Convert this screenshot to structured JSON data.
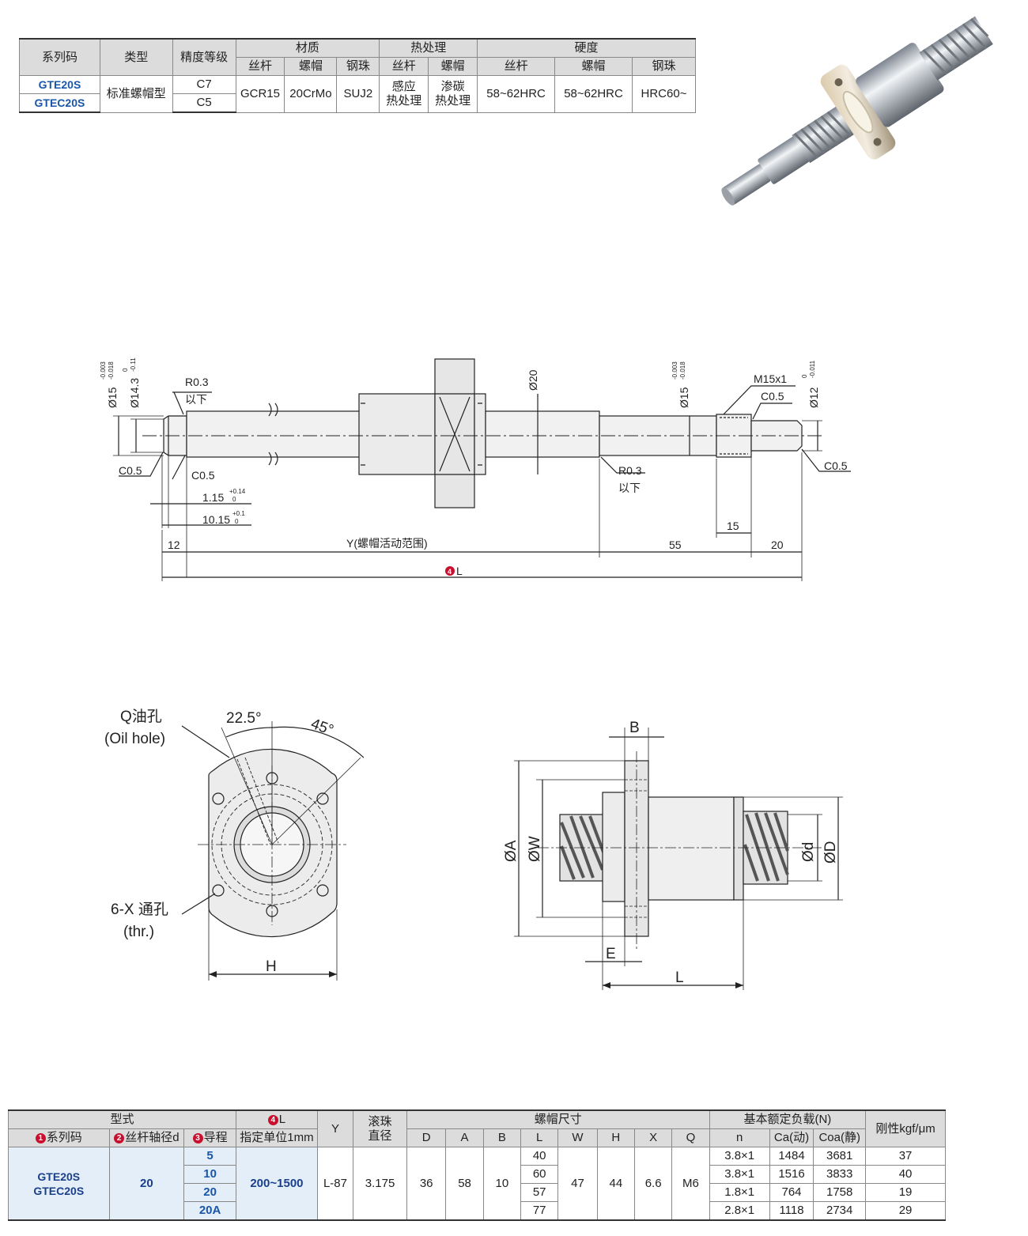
{
  "spec_table": {
    "h_series": "系列码",
    "h_type": "类型",
    "h_precision": "精度等级",
    "h_material": "材质",
    "h_heat": "热处理",
    "h_hardness": "硬度",
    "sub_screw": "丝杆",
    "sub_nut": "螺帽",
    "sub_ball": "钢珠",
    "series_1": "GTE20S",
    "series_2": "GTEC20S",
    "type": "标准螺帽型",
    "precision_1": "C7",
    "precision_2": "C5",
    "mat_screw": "GCR15",
    "mat_nut": "20CrMo",
    "mat_ball": "SUJ2",
    "heat_screw_1": "感应",
    "heat_screw_2": "热处理",
    "heat_nut_1": "渗碳",
    "heat_nut_2": "热处理",
    "hard_screw": "58~62HRC",
    "hard_nut": "58~62HRC",
    "hard_ball": "HRC60~"
  },
  "drawing1": {
    "d15_left": "Ø15",
    "d15_left_tol_u": "-0.003",
    "d15_left_tol_l": "-0.018",
    "d143": "Ø14.3",
    "d143_tol_u": "0",
    "d143_tol_l": "-0.11",
    "r03_a": "R0.3",
    "r03_a2": "以下",
    "c05_a": "C0.5",
    "c05_b": "C0.5",
    "d115": "1.15",
    "d115_tol_u": "+0.14",
    "d115_tol_l": "0",
    "d1015": "10.15",
    "d1015_tol_u": "+0.1",
    "d1015_tol_l": "0",
    "dim12": "12",
    "dimY": "Y(螺帽活动范围)",
    "dim55": "55",
    "dim20": "20",
    "dimL_num": "4",
    "dimL": "L",
    "d20": "Ø20",
    "d15_right": "Ø15",
    "d15_right_tol_u": "-0.003",
    "d15_right_tol_l": "-0.018",
    "m15": "M15x1",
    "c05_c": "C0.5",
    "d12": "Ø12",
    "d12_tol_u": "0",
    "d12_tol_l": "-0.011",
    "r03_b": "R0.3",
    "r03_b2": "以下",
    "dim15": "15",
    "c05_d": "C0.5"
  },
  "drawing2": {
    "oil_hole": "Q油孔",
    "oil_hole_en": "(Oil hole)",
    "ang225": "22.5°",
    "ang45": "45°",
    "thru": "6-X 通孔",
    "thru_en": "(thr.)",
    "dimH": "H"
  },
  "drawing3": {
    "dimB": "B",
    "dimA": "ØA",
    "dimW": "ØW",
    "dimd": "Ød",
    "dimD": "ØD",
    "dimE": "E",
    "dimL": "L"
  },
  "dims_table": {
    "h_model": "型式",
    "h_L_num": "4",
    "h_L": "L",
    "h_Y": "Y",
    "h_ball": "滚珠",
    "h_ball2": "直径",
    "h_nutdim": "螺帽尺寸",
    "h_load": "基本额定负载(N)",
    "h_rigid": "刚性kgf/μm",
    "h_series_num": "1",
    "h_series": "系列码",
    "h_d_num": "2",
    "h_d": "丝杆轴径d",
    "h_lead_num": "3",
    "h_lead": "导程",
    "h_unit": "指定单位1mm",
    "c_D": "D",
    "c_A": "A",
    "c_B": "B",
    "c_L": "L",
    "c_W": "W",
    "c_H": "H",
    "c_X": "X",
    "c_Q": "Q",
    "c_n": "n",
    "c_Ca": "Ca(动)",
    "c_Coa": "Coa(静)",
    "series_1": "GTE20S",
    "series_2": "GTEC20S",
    "shaft_d": "20",
    "L_range": "200~1500",
    "Y": "L-87",
    "ball_d": "3.175",
    "D": "36",
    "A": "58",
    "B": "10",
    "W": "47",
    "H": "44",
    "X": "6.6",
    "Q": "M6",
    "rows": [
      {
        "lead": "5",
        "L": "40",
        "n": "3.8×1",
        "Ca": "1484",
        "Coa": "3681",
        "rigid": "37"
      },
      {
        "lead": "10",
        "L": "60",
        "n": "3.8×1",
        "Ca": "1516",
        "Coa": "3833",
        "rigid": "40"
      },
      {
        "lead": "20",
        "L": "57",
        "n": "1.8×1",
        "Ca": "764",
        "Coa": "1758",
        "rigid": "19"
      },
      {
        "lead": "20A",
        "L": "77",
        "n": "2.8×1",
        "Ca": "1118",
        "Coa": "2734",
        "rigid": "29"
      }
    ]
  }
}
